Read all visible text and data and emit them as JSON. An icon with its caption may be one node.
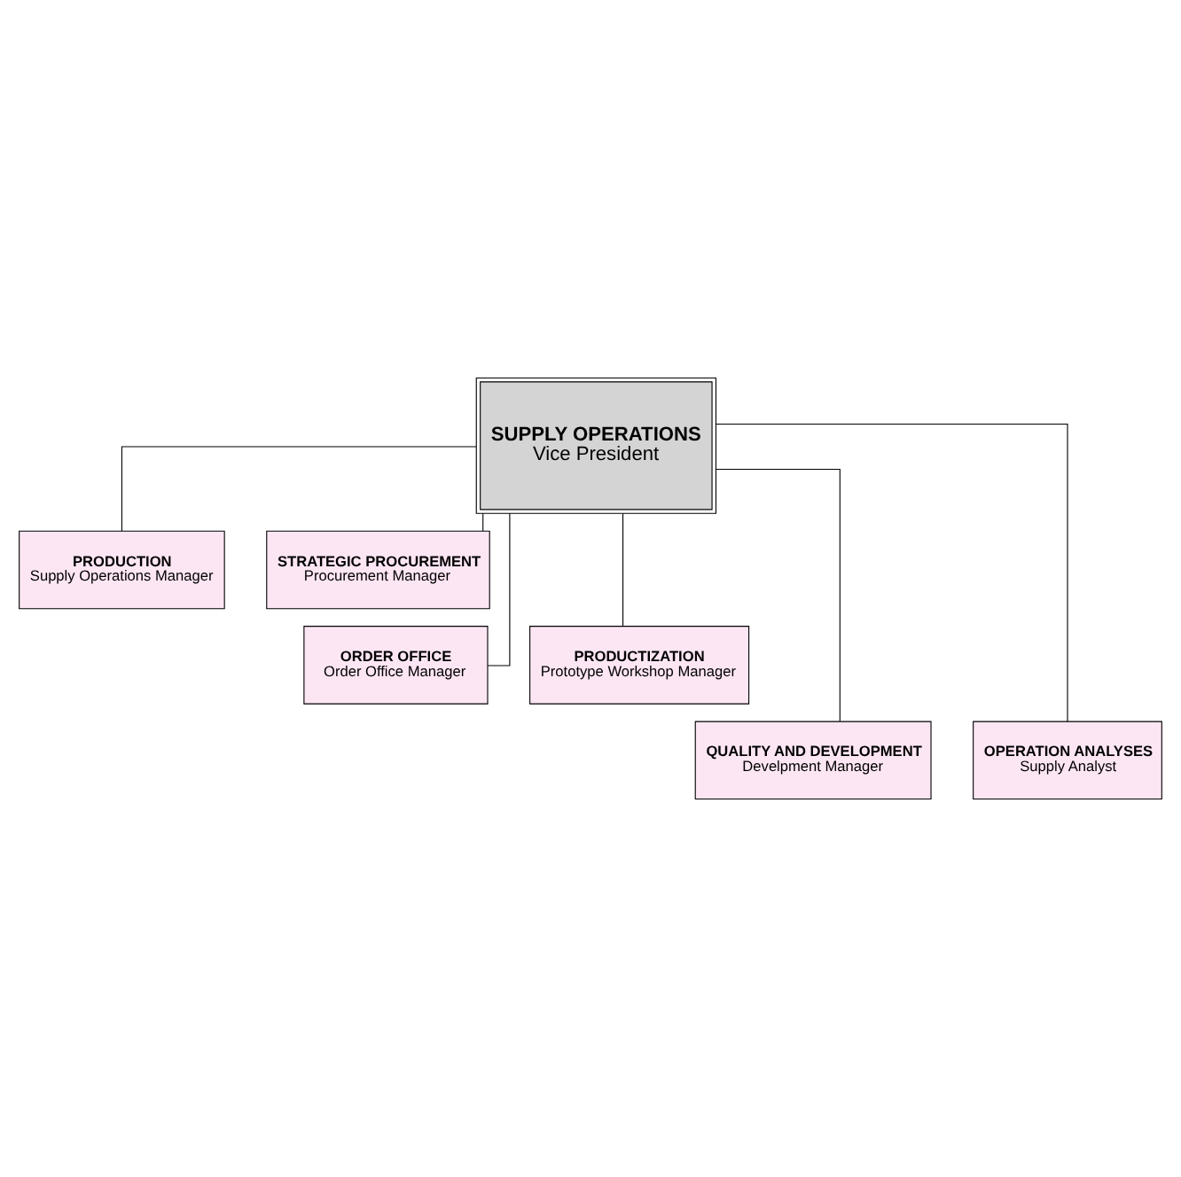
{
  "diagram": {
    "nodes": [
      {
        "text": [
          "SUPPLY OPERATIONS",
          "Vice President"
        ]
      },
      {
        "text": [
          "PRODUCTION",
          "Supply Operations Manager"
        ]
      },
      {
        "text": [
          "STRATEGIC PROCUREMENT",
          "Procurement Manager"
        ]
      },
      {
        "text": [
          "ORDER OFFICE",
          "Order Office Manager"
        ]
      },
      {
        "text": [
          "PRODUCTIZATION",
          "Prototype Workshop Manager"
        ]
      },
      {
        "text": [
          "QUALITY AND DEVELOPMENT",
          "Develpment Manager"
        ]
      },
      {
        "text": [
          "OPERATION ANALYSES",
          "Supply Analyst"
        ]
      }
    ],
    "edges": [
      {
        "from": 0,
        "to": 1,
        "arrow": "none"
      },
      {
        "from": 0,
        "to": 2,
        "arrow": "none"
      },
      {
        "from": 0,
        "to": 3,
        "arrow": "none"
      },
      {
        "from": 0,
        "to": 4,
        "arrow": "none"
      },
      {
        "from": 0,
        "to": 5,
        "arrow": "none"
      },
      {
        "from": 0,
        "to": 6,
        "arrow": "none"
      }
    ]
  }
}
